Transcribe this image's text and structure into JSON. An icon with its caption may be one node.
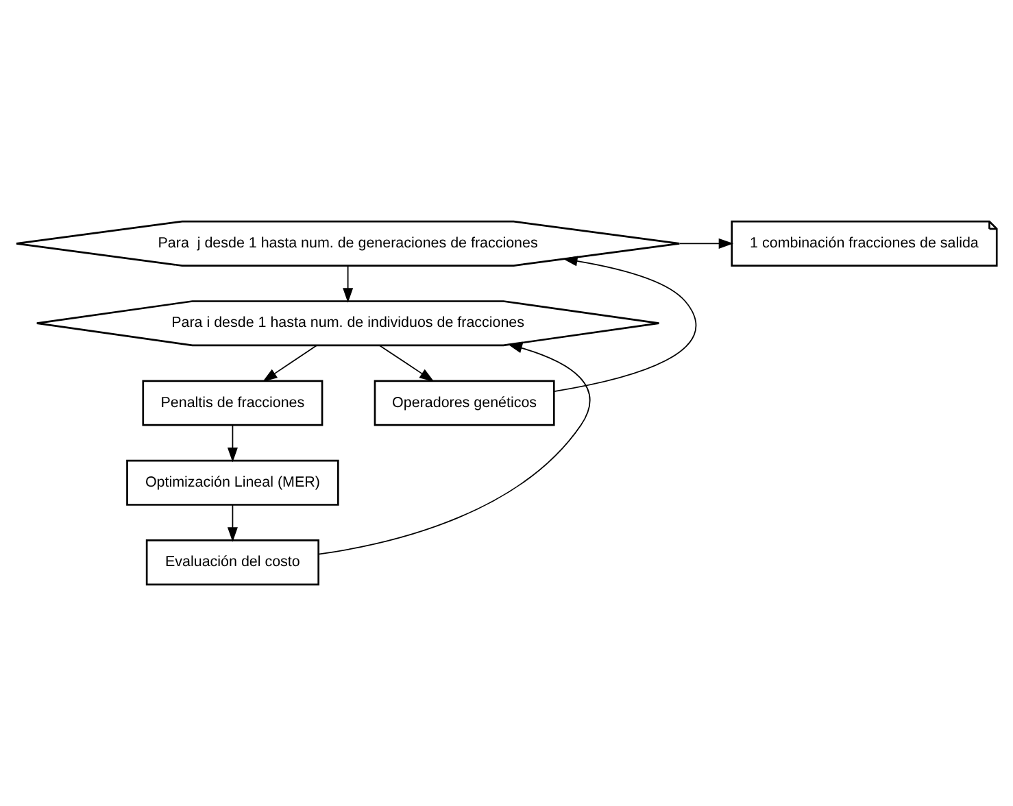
{
  "diagram": {
    "nodes": [
      {
        "text": [
          "Para  j desde 1 hasta num. de generaciones de fracciones"
        ]
      },
      {
        "text": [
          "1 combinación fracciones de salida"
        ]
      },
      {
        "text": [
          "Para i desde 1 hasta num. de individuos de fracciones"
        ]
      },
      {
        "text": [
          "Penaltis de fracciones"
        ]
      },
      {
        "text": [
          "Optimización Lineal (MER)"
        ]
      },
      {
        "text": [
          "Evaluación del costo"
        ]
      },
      {
        "text": [
          "Operadores genéticos"
        ]
      }
    ],
    "edges": [
      {
        "from": 0,
        "to": 1,
        "arrow": "to"
      },
      {
        "from": 0,
        "to": 2,
        "arrow": "to"
      },
      {
        "from": 2,
        "to": 3,
        "arrow": "to"
      },
      {
        "from": 3,
        "to": 4,
        "arrow": "to"
      },
      {
        "from": 4,
        "to": 5,
        "arrow": "to"
      },
      {
        "from": 5,
        "to": 2,
        "arrow": "to"
      },
      {
        "from": 2,
        "to": 6,
        "arrow": "to"
      },
      {
        "from": 6,
        "to": 0,
        "arrow": "to"
      }
    ]
  }
}
